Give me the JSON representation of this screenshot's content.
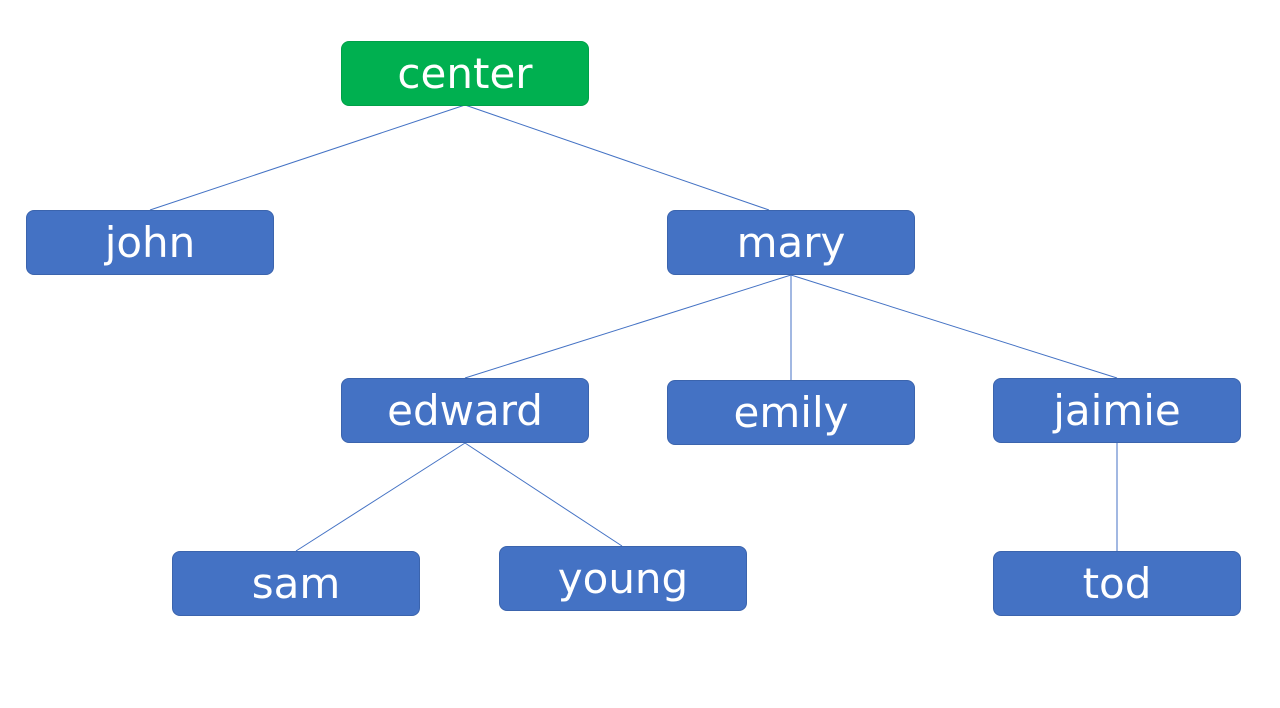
{
  "diagram": {
    "nodes": {
      "center": "center",
      "john": "john",
      "mary": "mary",
      "edward": "edward",
      "emily": "emily",
      "jaimie": "jaimie",
      "sam": "sam",
      "young": "young",
      "tod": "tod"
    },
    "edges": [
      [
        "center",
        "john"
      ],
      [
        "center",
        "mary"
      ],
      [
        "mary",
        "edward"
      ],
      [
        "mary",
        "emily"
      ],
      [
        "mary",
        "jaimie"
      ],
      [
        "edward",
        "sam"
      ],
      [
        "edward",
        "young"
      ],
      [
        "jaimie",
        "tod"
      ]
    ],
    "colors": {
      "root": "#00b050",
      "node": "#4472c4",
      "edge": "#4472c4",
      "text": "#ffffff"
    }
  }
}
